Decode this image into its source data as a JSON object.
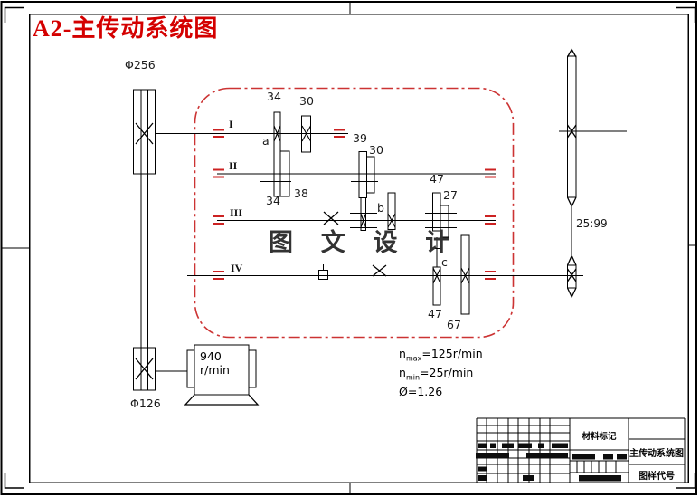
{
  "page": {
    "title": "A2-主传动系统图",
    "watermark": "图 文 设 计"
  },
  "belt_drive": {
    "top_pulley": "Φ256",
    "bottom_pulley": "Φ126"
  },
  "motor": {
    "speed": "940",
    "unit": "r/min"
  },
  "shafts": {
    "s1": "I",
    "s2": "II",
    "s3": "III",
    "s4": "IV"
  },
  "gears": {
    "g34_top": "34",
    "g30_top": "30",
    "a": "a",
    "g34_bot": "34",
    "g38": "38",
    "g39": "39",
    "g30_mid": "30",
    "b": "b",
    "g47_top": "47",
    "g27": "27",
    "c": "c",
    "g47_bot": "47",
    "g67": "67"
  },
  "bevel_ratio": "25:99",
  "specs": {
    "nmax": {
      "base": "n",
      "sub": "max",
      "rest": "=125r/min"
    },
    "nmin": {
      "base": "n",
      "sub": "min",
      "rest": "=25r/min"
    },
    "phi": "Ø=1.26"
  },
  "title_block": {
    "material_mark": "材料标记",
    "drawing_title": "主传动系统图",
    "drawing_code": "图样代号"
  },
  "colors": {
    "accent_red": "#d40000",
    "bearing_red": "#cc2222",
    "boundary_red": "#cc3333",
    "line": "#000000",
    "watermark": "#333333"
  }
}
